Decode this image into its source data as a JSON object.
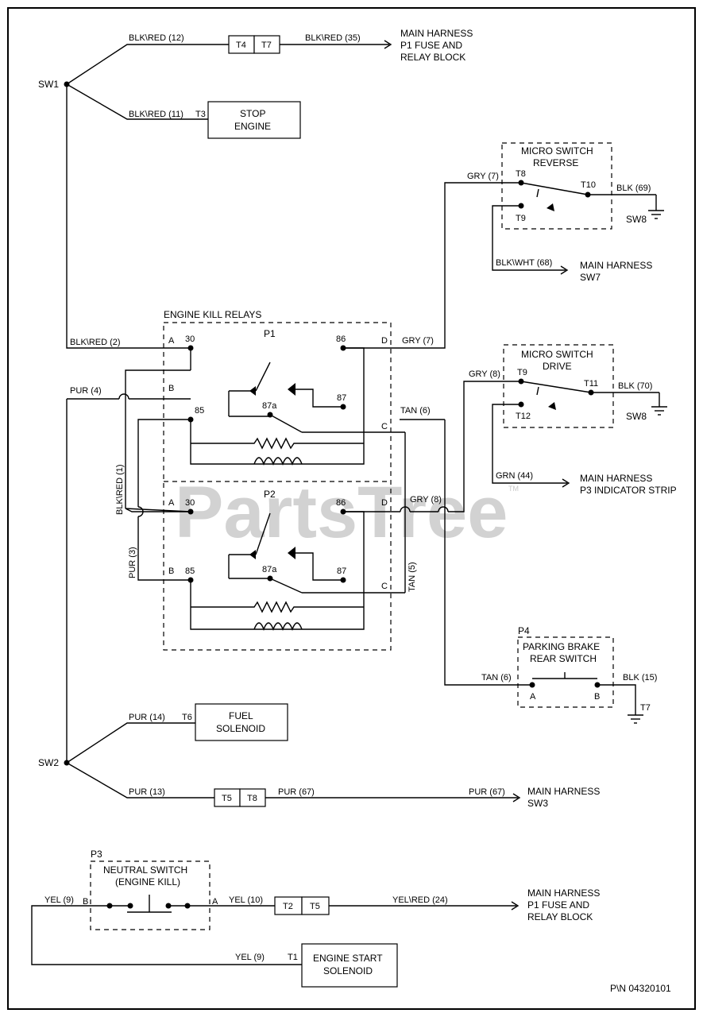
{
  "watermark": "PartsTree",
  "watermark_tm": "TM",
  "part_number": "P\\N 04320101",
  "sw1": {
    "label": "SW1",
    "wire_top": "BLK\\RED (12)",
    "wire_mid": "BLK\\RED (11)",
    "wire_down": "BLK\\RED (2)",
    "t4": "T4",
    "t7": "T7",
    "wire_out": "BLK\\RED (35)",
    "main_harness": [
      "MAIN HARNESS",
      "P1 FUSE AND",
      "RELAY BLOCK"
    ],
    "t3": "T3",
    "stop_engine": [
      "STOP",
      "ENGINE"
    ]
  },
  "micro_reverse": {
    "title": [
      "MICRO SWITCH",
      "REVERSE"
    ],
    "wire_in": "GRY (7)",
    "t8": "T8",
    "t9": "T9",
    "t10": "T10",
    "wire_gnd": "BLK (69)",
    "gnd": "SW8",
    "wire_harness": "BLK\\WHT (68)",
    "harness": [
      "MAIN HARNESS",
      "SW7"
    ]
  },
  "relays": {
    "title": "ENGINE KILL RELAYS",
    "p1": "P1",
    "p2": "P2",
    "pin30": "30",
    "pin85": "85",
    "pin86": "86",
    "pin87": "87",
    "pin87a": "87a",
    "a": "A",
    "b": "B",
    "c": "C",
    "d": "D",
    "pur4": "PUR (4)",
    "gry7": "GRY (7)",
    "tan6": "TAN (6)",
    "blkred1": "BLK\\RED (1)",
    "pur3": "PUR (3)",
    "gry8": "GRY (8)",
    "tan5": "TAN (5)"
  },
  "micro_drive": {
    "title": [
      "MICRO SWITCH",
      "DRIVE"
    ],
    "wire_in": "GRY (8)",
    "t9": "T9",
    "t11": "T11",
    "t12": "T12",
    "wire_gnd": "BLK (70)",
    "gnd": "SW8",
    "wire_harness": "GRN (44)",
    "harness": [
      "MAIN HARNESS",
      "P3 INDICATOR STRIP"
    ]
  },
  "parking_brake": {
    "ref": "P4",
    "title": [
      "PARKING BRAKE",
      "REAR SWITCH"
    ],
    "wire_in": "TAN (6)",
    "a": "A",
    "b": "B",
    "wire_gnd": "BLK (15)",
    "gnd": "T7"
  },
  "sw2": {
    "label": "SW2",
    "wire_top": "PUR (14)",
    "t6": "T6",
    "fuel": [
      "FUEL",
      "SOLENOID"
    ],
    "wire_bot": "PUR (13)",
    "t5": "T5",
    "t8": "T8",
    "wire_out": "PUR (67)",
    "wire_out2": "PUR (67)",
    "harness": [
      "MAIN HARNESS",
      "SW3"
    ]
  },
  "neutral": {
    "ref": "P3",
    "title": [
      "NEUTRAL SWITCH",
      "(ENGINE KILL)"
    ],
    "wire_b": "YEL (9)",
    "b": "B",
    "a": "A",
    "wire_a": "YEL (10)",
    "t2": "T2",
    "t5": "T5",
    "wire_out": "YEL\\RED (24)",
    "harness": [
      "MAIN HARNESS",
      "P1 FUSE AND",
      "RELAY BLOCK"
    ],
    "wire_start": "YEL (9)",
    "t1": "T1",
    "start": [
      "ENGINE START",
      "SOLENOID"
    ]
  }
}
